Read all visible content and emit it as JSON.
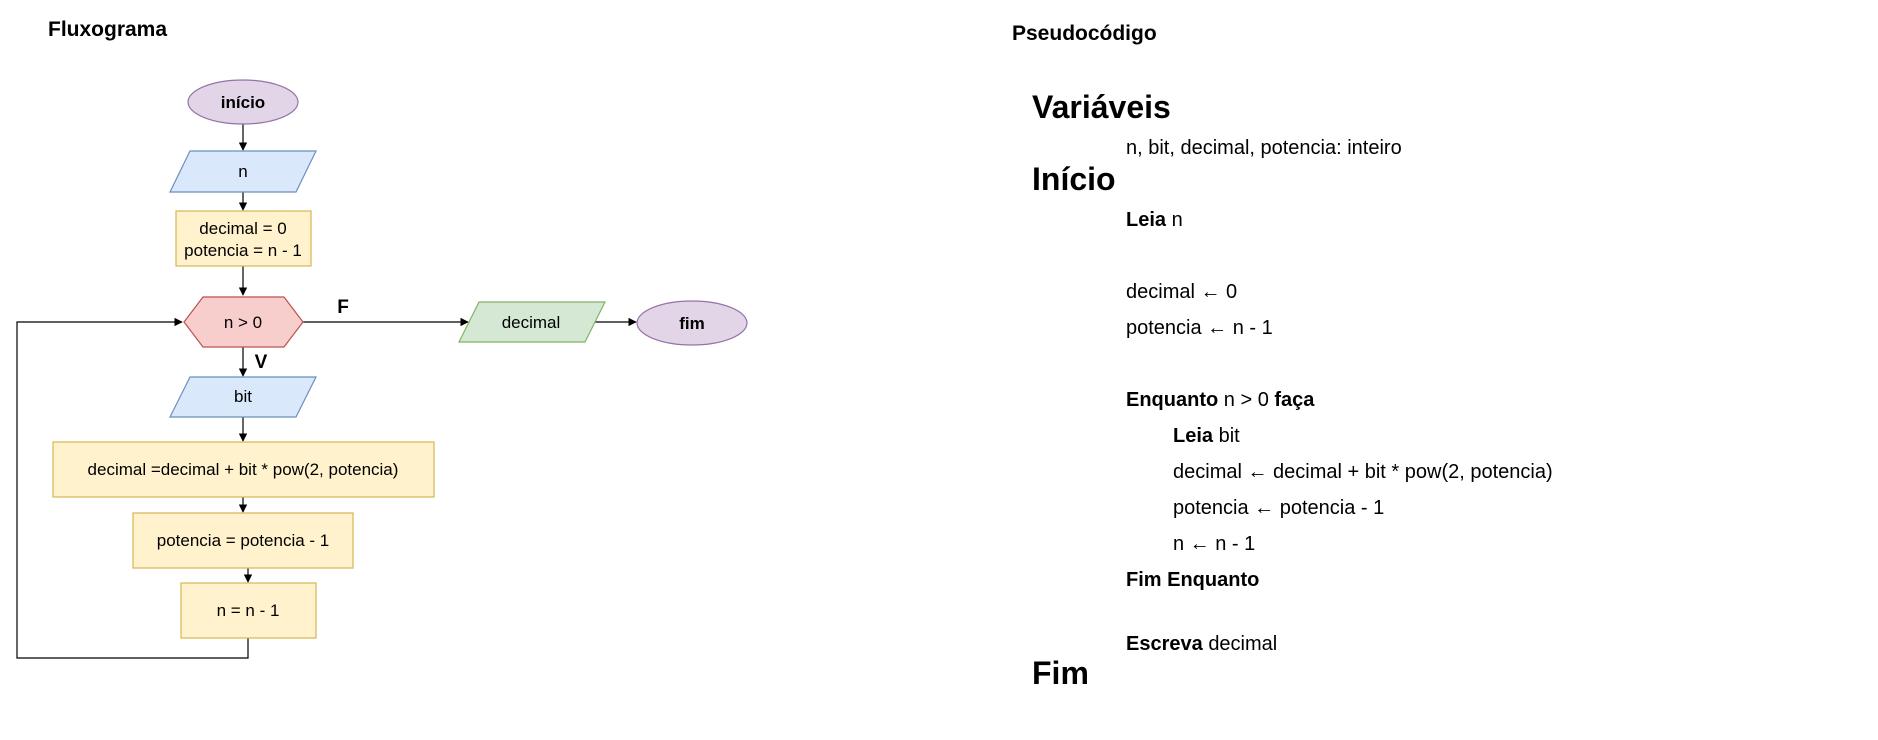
{
  "flowchart": {
    "title": "Fluxograma",
    "start": "início",
    "input_n": "n",
    "init_line1": "decimal = 0",
    "init_line2": "potencia = n - 1",
    "condition": "n > 0",
    "false_label": "F",
    "true_label": "V",
    "input_bit": "bit",
    "calc": "decimal =decimal + bit * pow(2, potencia)",
    "dec_potencia": "potencia = potencia - 1",
    "dec_n": "n = n - 1",
    "output": "decimal",
    "end": "fim",
    "colors": {
      "terminal_fill": "#e1d5e7",
      "terminal_stroke": "#9673a6",
      "io_fill": "#dae8fc",
      "io_stroke": "#6c8ebf",
      "process_fill": "#fff2cc",
      "process_stroke": "#d6b656",
      "decision_fill": "#f8cecc",
      "decision_stroke": "#b85450",
      "output_fill": "#d5e8d4",
      "output_stroke": "#82b366"
    }
  },
  "pseudocode": {
    "title": "Pseudocódigo",
    "variables_head": "Variáveis",
    "variables_decl": "n, bit, decimal, potencia: inteiro",
    "begin_head": "Início",
    "read_kw": "Leia",
    "read_n": "n",
    "assign_decimal": "decimal ← 0",
    "assign_potencia": "potencia ← n - 1",
    "while_kw": "Enquanto",
    "while_cond": "n > 0",
    "do_kw": "faça",
    "read_bit_kw": "Leia",
    "read_bit": "bit",
    "loop_calc": "decimal ← decimal + bit * pow(2, potencia)",
    "loop_potencia": "potencia ← potencia - 1",
    "loop_n": "n ← n - 1",
    "end_while": "Fim Enquanto",
    "write_kw": "Escreva",
    "write_val": "decimal",
    "end_head": "Fim"
  }
}
